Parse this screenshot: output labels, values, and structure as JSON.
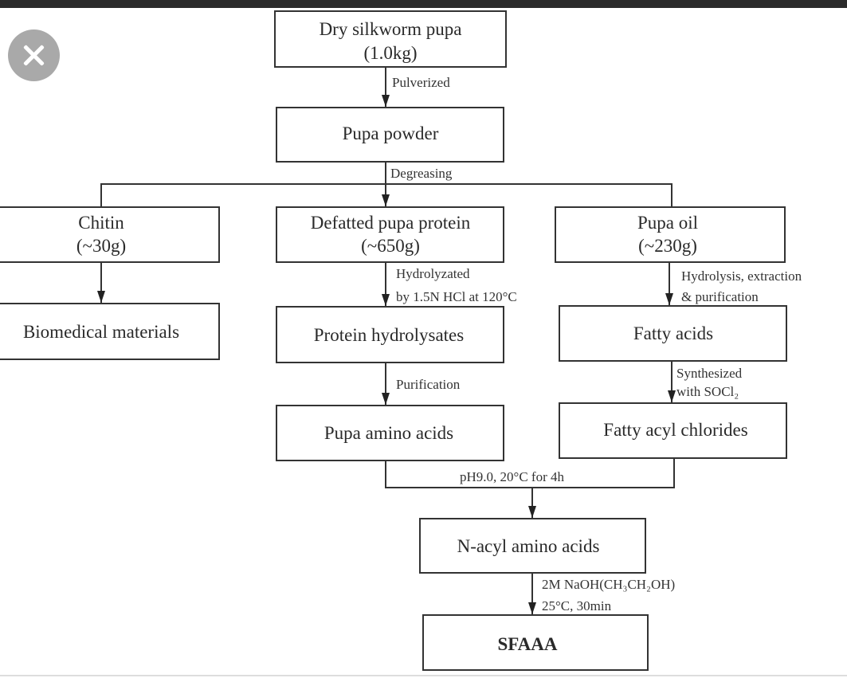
{
  "viewer": {
    "close_icon": "close-x-icon"
  },
  "diagram": {
    "nodes": {
      "dry_pupa": [
        "Dry silkworm pupa",
        "(1.0kg)"
      ],
      "pupa_powder": "Pupa powder",
      "chitin": [
        "Chitin",
        "(~30g)"
      ],
      "defatted": [
        "Defatted pupa protein",
        "(~650g)"
      ],
      "pupa_oil": [
        "Pupa oil",
        "(~230g)"
      ],
      "biomedical": "Biomedical materials",
      "protein_hydrolysates": "Protein hydrolysates",
      "fatty_acids": "Fatty acids",
      "amino_acids": "Pupa amino acids",
      "acyl_chlorides": "Fatty acyl chlorides",
      "n_acyl": "N-acyl amino acids",
      "sfaaa": "SFAAA"
    },
    "edges": {
      "pulverized": "Pulverized",
      "degreasing": "Degreasing",
      "hydrolyzated": [
        "Hydrolyzated",
        "by 1.5N HCl at 120°C"
      ],
      "hydrolysis": [
        "Hydrolysis, extraction",
        "& purification"
      ],
      "purification": "Purification",
      "synthesized": [
        "Synthesized",
        "with SOCl₂"
      ],
      "condensation": "pH9.0, 20°C for 4h",
      "saponification": [
        "2M NaOH(CH₃CH₂OH)",
        "25°C, 30min"
      ]
    }
  }
}
